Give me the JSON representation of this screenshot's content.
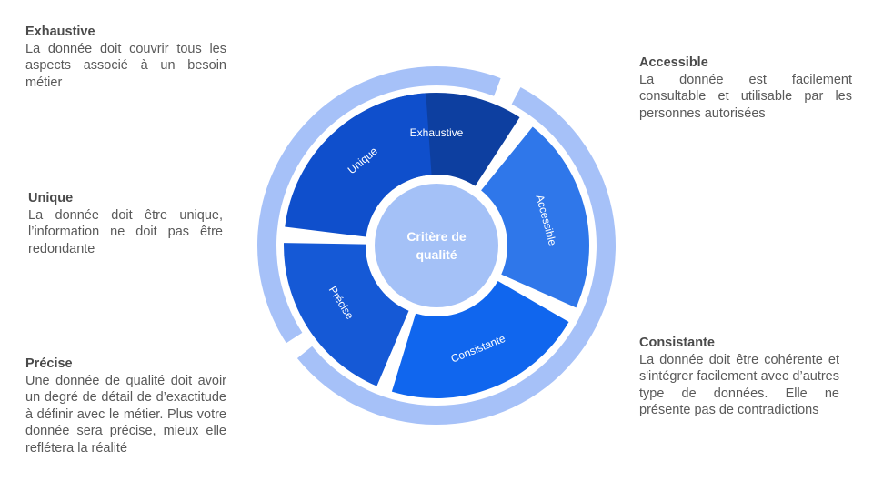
{
  "center": {
    "line1": "Critère de",
    "line2": "qualité"
  },
  "segments": [
    {
      "label": "Exhaustive",
      "color": "#0d3fa0"
    },
    {
      "label": "Accessible",
      "color": "#2f77ea"
    },
    {
      "label": "Consistante",
      "color": "#1066ee"
    },
    {
      "label": "Précise",
      "color": "#1559d6"
    },
    {
      "label": "Unique",
      "color": "#0f4fcc"
    }
  ],
  "colors": {
    "outer_ring": "#a6c1f8",
    "center_circle": "#a4c1f7"
  },
  "blocks": {
    "exhaustive": {
      "title": "Exhaustive",
      "desc": "La donnée doit couvrir tous les aspects associé à un besoin métier"
    },
    "unique": {
      "title": "Unique",
      "desc": "La donnée doit être unique, l’information ne doit pas être redondante"
    },
    "precise": {
      "title": "Précise",
      "desc": "Une donnée de qualité doit avoir un degré de détail de d’exactitude à définir avec le métier. Plus votre donnée sera précise, mieux elle reflétera la réalité"
    },
    "accessible": {
      "title": "Accessible",
      "desc": "La donnée est facilement consultable et utilisable par les personnes autorisées"
    },
    "consistent": {
      "title": "Consistante",
      "desc": "La donnée doit être cohérente et s'intégrer facilement avec d’autres type de données. Elle ne présente pas de contradictions"
    }
  }
}
